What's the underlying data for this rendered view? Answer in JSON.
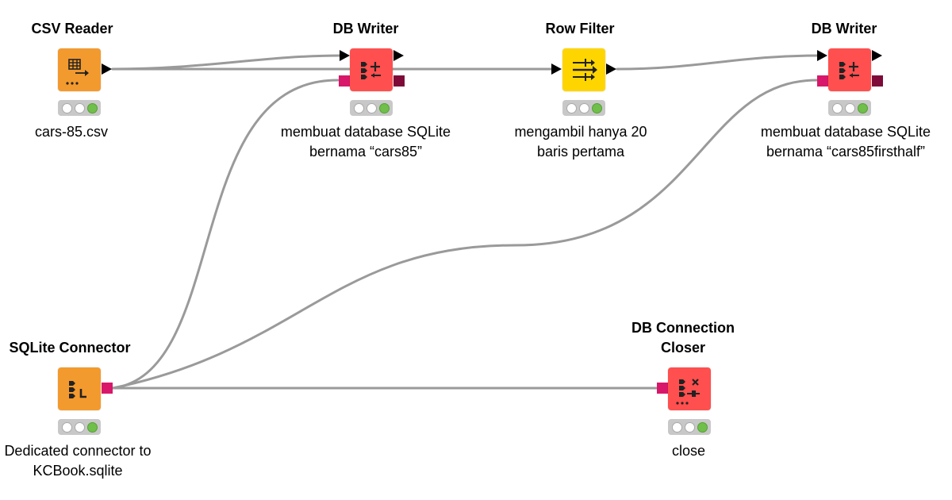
{
  "colors": {
    "connection": "#9a9a9a",
    "source_orange": "#f39a2e",
    "db_red": "#ff4f4f",
    "manipulator_yellow": "#ffd500",
    "db_port_pink": "#d8176a",
    "db_port_dark": "#7d0a38",
    "status_bg": "#c8c8c8",
    "status_green": "#6fbf4a"
  },
  "nodes": {
    "csv_reader": {
      "title": "CSV Reader",
      "label": "cars-85.csv",
      "icon": "table-arrow-icon"
    },
    "db_writer_1": {
      "title": "DB Writer",
      "label": "membuat database SQLite bernama “cars85”",
      "icon": "db-write-icon"
    },
    "row_filter": {
      "title": "Row Filter",
      "label": "mengambil hanya 20 baris pertama",
      "icon": "filter-arrows-icon"
    },
    "db_writer_2": {
      "title": "DB Writer",
      "label": "membuat database SQLite bernama “cars85firsthalf”",
      "icon": "db-write-icon"
    },
    "sqlite_connector": {
      "title": "SQLite Connector",
      "label": "Dedicated connector to KCBook.sqlite",
      "icon": "db-connector-icon"
    },
    "db_connection_closer": {
      "title": "DB Connection Closer",
      "label": "close",
      "icon": "db-close-icon"
    }
  }
}
